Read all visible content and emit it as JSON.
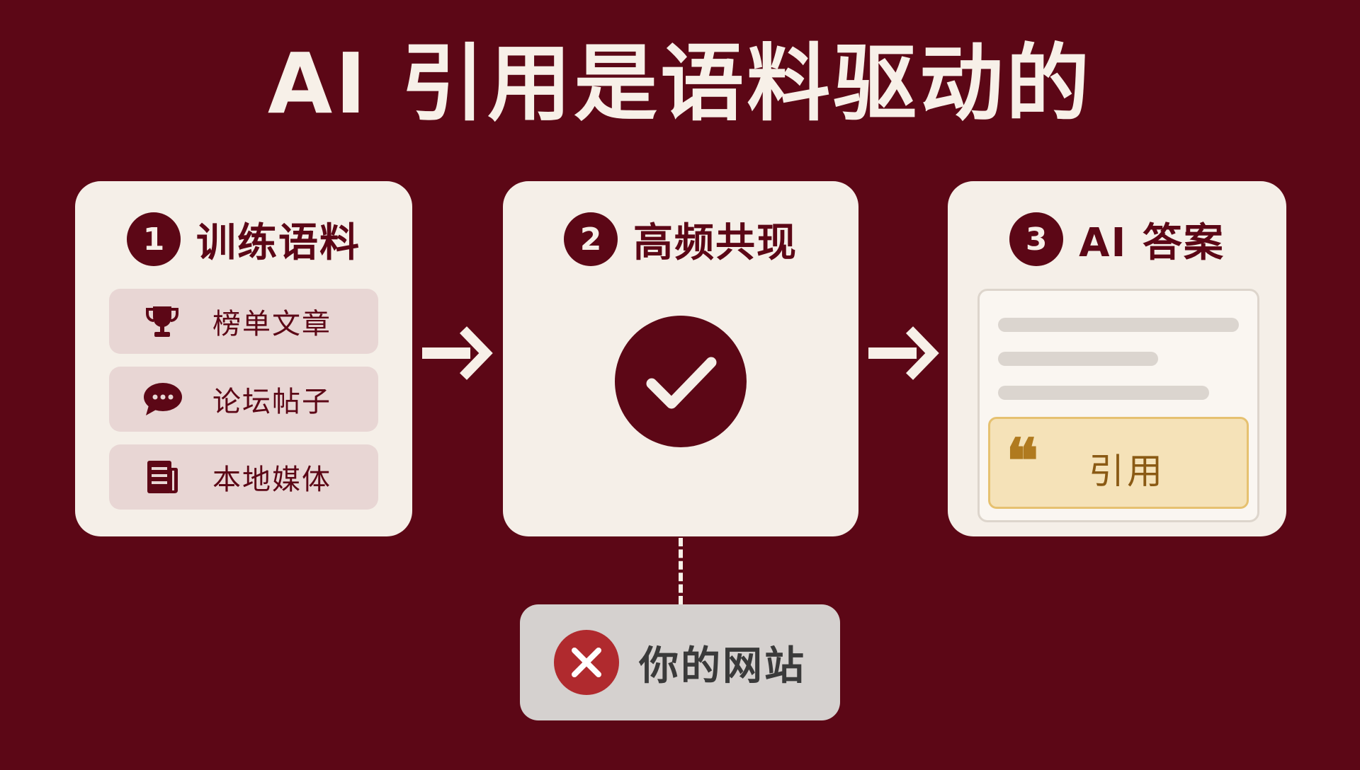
{
  "title": "AI 引用是语料驱动的",
  "steps": [
    {
      "number": "1",
      "title": "训练语料",
      "items": [
        {
          "label": "榜单文章",
          "icon": "trophy-icon"
        },
        {
          "label": "论坛帖子",
          "icon": "chat-bubble-icon"
        },
        {
          "label": "本地媒体",
          "icon": "newspaper-icon"
        }
      ]
    },
    {
      "number": "2",
      "title": "高频共现",
      "icon": "checkmark-icon"
    },
    {
      "number": "3",
      "title": "AI 答案",
      "citation": {
        "quote_mark": "❝",
        "label": "引用"
      }
    }
  ],
  "excluded": {
    "label": "你的网站",
    "icon": "x-icon"
  },
  "colors": {
    "background": "#5c0716",
    "card": "#f5efe8",
    "source_item": "#e8d6d4",
    "citation_fill": "#f5e2b8",
    "citation_border": "#e6c170",
    "excluded_box": "#d5d1cf",
    "excluded_icon": "#b02a2e"
  }
}
